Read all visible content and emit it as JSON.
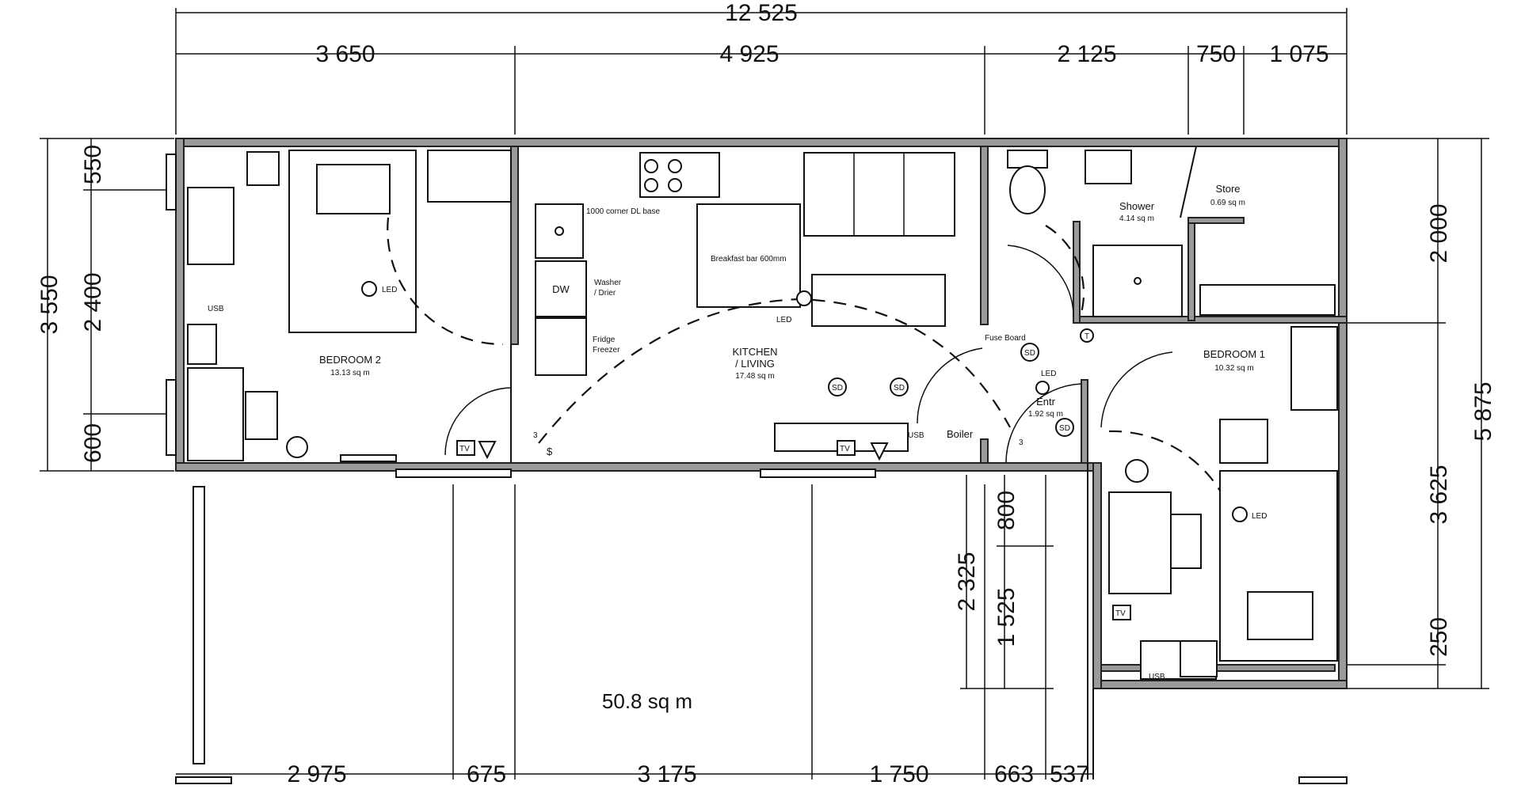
{
  "dimensions": {
    "overall_top": "12 525",
    "top_1": "3 650",
    "top_2": "4 925",
    "top_3": "2 125",
    "top_4": "750",
    "top_5": "1 075",
    "left_total": "3 550",
    "left_a": "550",
    "left_b": "2 400",
    "left_c": "600",
    "right_total": "5 875",
    "right_a": "2 000",
    "right_b": "3 625",
    "right_c": "250",
    "porch_1": "2 325",
    "porch_2": "800",
    "porch_3": "1 525",
    "bottom_1": "2 975",
    "bottom_2": "675",
    "bottom_3": "3 175",
    "bottom_4": "1 750",
    "bottom_5": "663",
    "bottom_6": "537"
  },
  "rooms": {
    "bedroom2_name": "BEDROOM 2",
    "bedroom2_area": "13.13 sq m",
    "kitchen_name_1": "KITCHEN",
    "kitchen_name_2": "/ LIVING",
    "kitchen_area": "17.48 sq m",
    "shower_name": "Shower",
    "shower_area": "4.14 sq m",
    "store_name": "Store",
    "store_area": "0.69 sq m",
    "bedroom1_name": "BEDROOM 1",
    "bedroom1_area": "10.32 sq m",
    "entr_name": "Entr",
    "entr_area": "1.92 sq m",
    "deck_area": "50.8 sq m"
  },
  "labels": {
    "led": "LED",
    "usb": "USB",
    "tv": "TV",
    "sd": "SD",
    "t": "T",
    "switch_count": "3",
    "fuse_board": "Fuse Board",
    "boiler": "Boiler",
    "corner_base": "1000 corner DL base",
    "breakfast_bar": "Breakfast bar 600mm",
    "washer_1": "Washer",
    "washer_2": "/ Drier",
    "fridge_1": "Fridge",
    "fridge_2": "Freezer",
    "dw": "DW"
  }
}
